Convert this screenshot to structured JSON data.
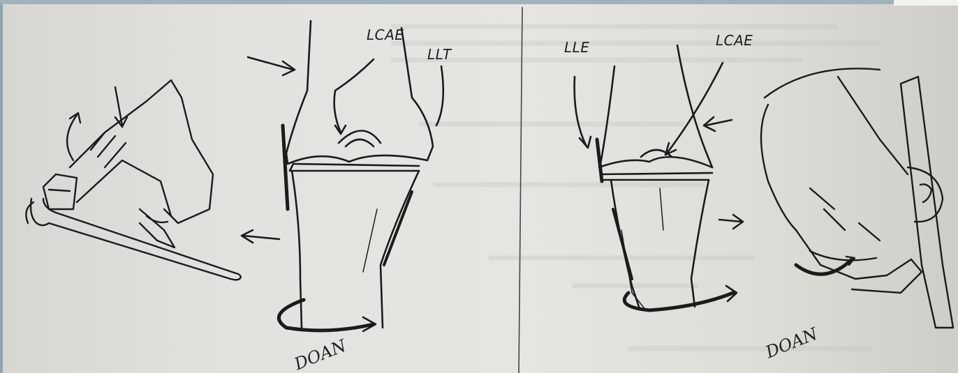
{
  "labels": {
    "left_lcae": "LCAE",
    "left_llt": "LLT",
    "right_lle": "LLE",
    "right_lcae": "LCAE"
  },
  "signatures": {
    "left": "DOAN",
    "right": "DOAN"
  },
  "colors": {
    "ink": "#1b1b1b",
    "paper": "#e3e2de",
    "frame": "#9fb3bd"
  }
}
